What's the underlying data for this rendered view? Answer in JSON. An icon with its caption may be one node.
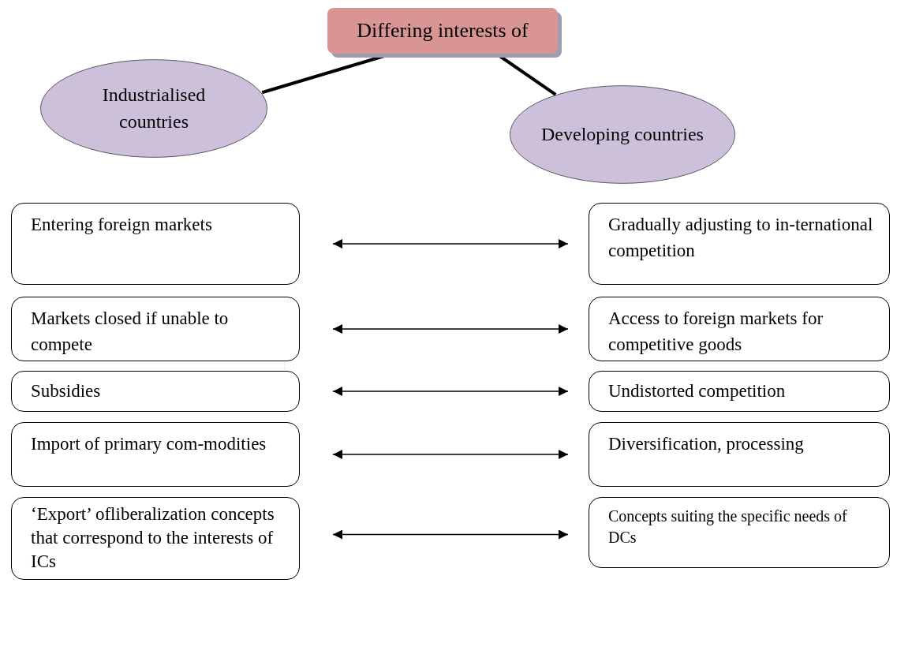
{
  "diagram": {
    "nodes": [
      {
        "text": [
          "Differing interests of"
        ]
      },
      {
        "text": [
          "Industrialised countries"
        ]
      },
      {
        "text": [
          "Developing countries"
        ]
      },
      {
        "text": [
          "Entering foreign markets"
        ]
      },
      {
        "text": [
          "Markets closed if unable to compete"
        ]
      },
      {
        "text": [
          "Subsidies"
        ]
      },
      {
        "text": [
          "Import of primary com-modities"
        ]
      },
      {
        "text": [
          "‘Export’ ofliberalization concepts that correspond to the interests of ICs"
        ]
      },
      {
        "text": [
          "Gradually adjusting to in-ternational competition"
        ]
      },
      {
        "text": [
          "Access to foreign markets for competitive goods"
        ]
      },
      {
        "text": [
          "Undistorted competition"
        ]
      },
      {
        "text": [
          "Diversification, processing"
        ]
      },
      {
        "text": [
          "Concepts suiting the specific needs of DCs"
        ]
      }
    ],
    "edges": [
      {
        "from": 0,
        "to": 1,
        "arrow": "none",
        "style": "thick"
      },
      {
        "from": 0,
        "to": 2,
        "arrow": "none",
        "style": "thick"
      },
      {
        "from": 3,
        "to": 8,
        "arrow": "both"
      },
      {
        "from": 4,
        "to": 9,
        "arrow": "both"
      },
      {
        "from": 5,
        "to": 10,
        "arrow": "both"
      },
      {
        "from": 6,
        "to": 11,
        "arrow": "both"
      },
      {
        "from": 7,
        "to": 12,
        "arrow": "both"
      }
    ]
  }
}
